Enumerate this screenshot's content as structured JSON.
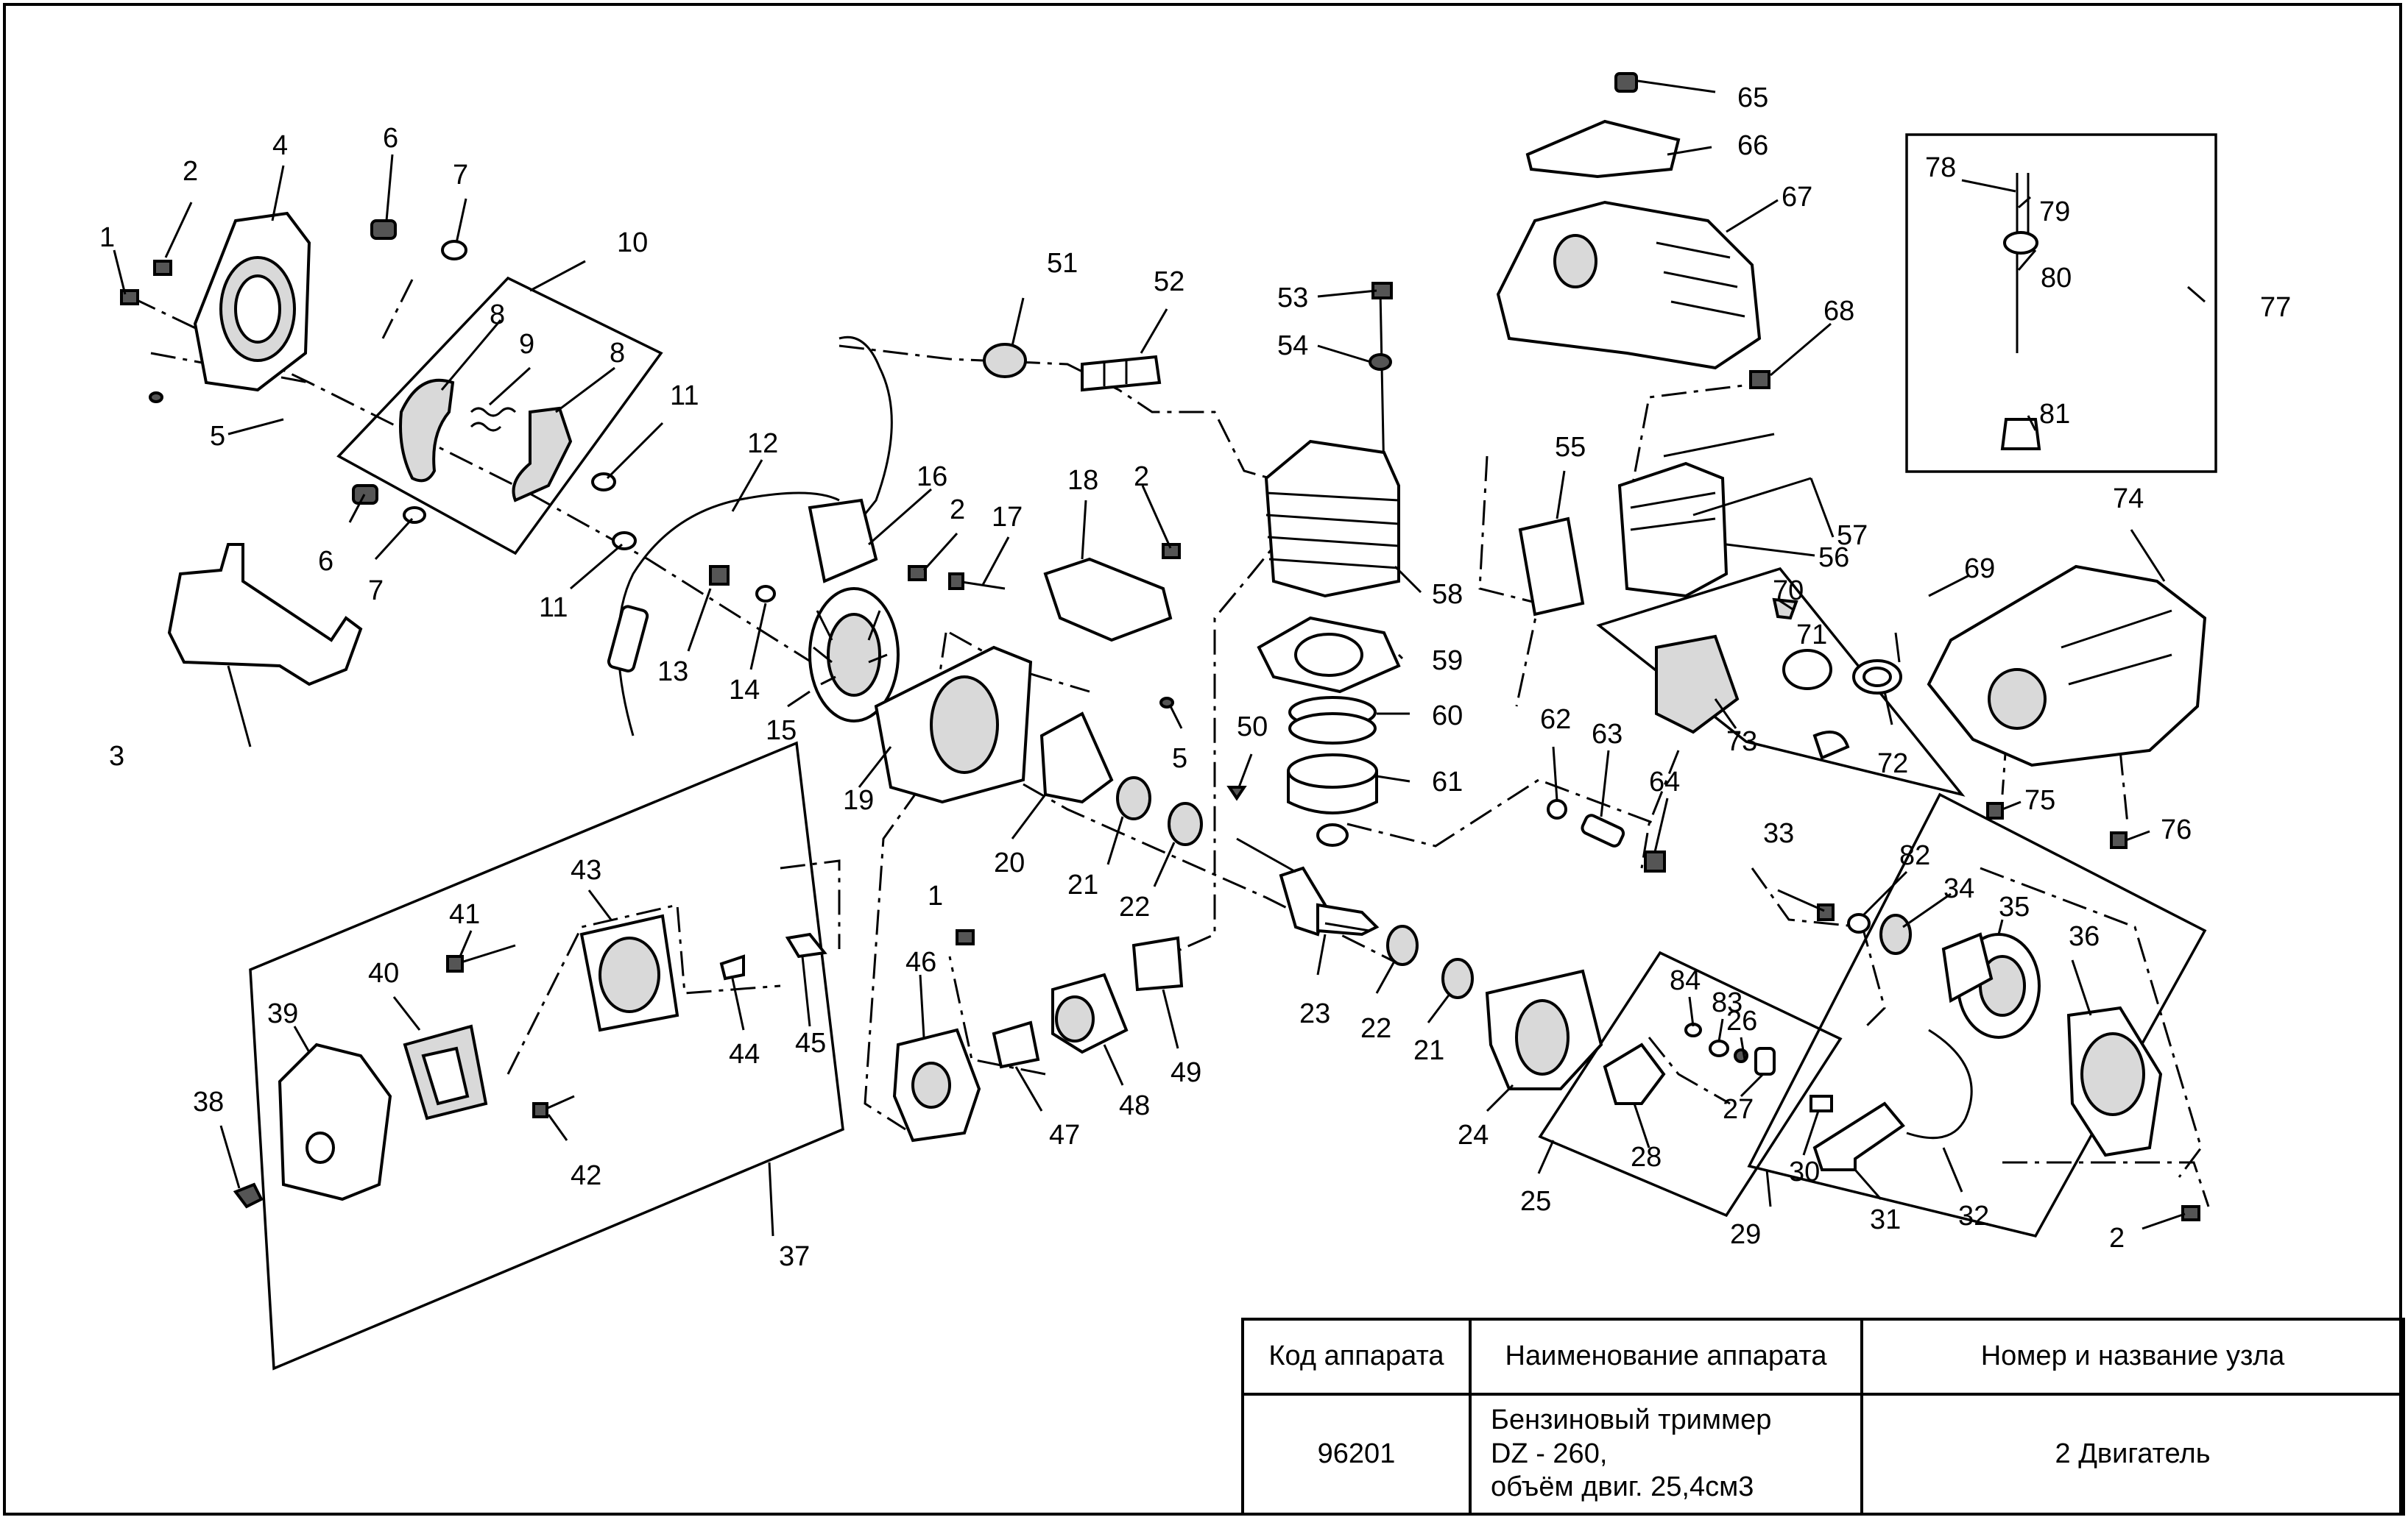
{
  "callouts": [
    "1",
    "2",
    "3",
    "4",
    "5",
    "6",
    "7",
    "8",
    "9",
    "10",
    "11",
    "12",
    "13",
    "14",
    "15",
    "16",
    "17",
    "18",
    "19",
    "20",
    "21",
    "22",
    "23",
    "24",
    "25",
    "26",
    "27",
    "28",
    "29",
    "30",
    "31",
    "32",
    "33",
    "34",
    "35",
    "36",
    "37",
    "38",
    "39",
    "40",
    "41",
    "42",
    "43",
    "44",
    "45",
    "46",
    "47",
    "48",
    "49",
    "50",
    "51",
    "52",
    "53",
    "54",
    "55",
    "56",
    "57",
    "58",
    "59",
    "60",
    "61",
    "62",
    "63",
    "64",
    "65",
    "66",
    "67",
    "68",
    "69",
    "70",
    "71",
    "72",
    "73",
    "74",
    "75",
    "76",
    "77",
    "78",
    "79",
    "80",
    "81",
    "82",
    "83",
    "84"
  ],
  "table": {
    "headers": {
      "code": "Код аппарата",
      "name": "Наименование аппарата",
      "unit": "Номер и название узла"
    },
    "row": {
      "code": "96201",
      "name_line1": "Бензиновый триммер",
      "name_line2": "DZ - 260,",
      "name_line3": "объём двиг. 25,4см3",
      "unit": "2 Двигатель"
    }
  }
}
